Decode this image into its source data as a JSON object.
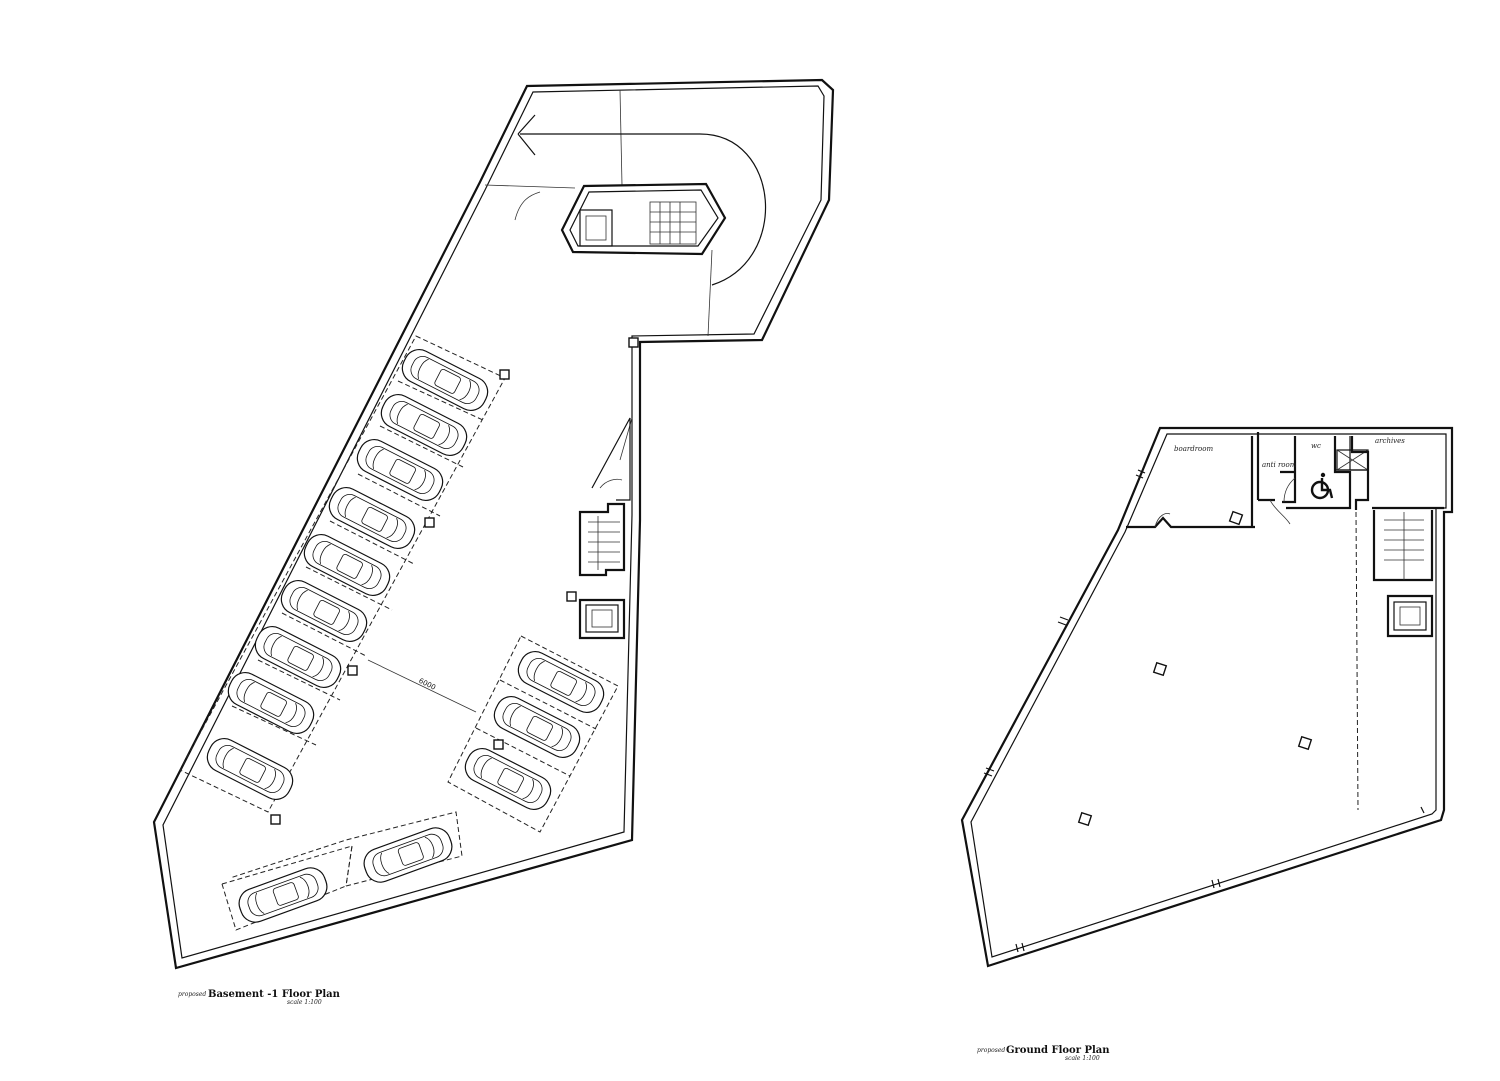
{
  "basement": {
    "title_prefix": "proposed",
    "title": "Basement -1 Floor Plan",
    "scale": "scale 1:100",
    "dimension_label": "6000"
  },
  "ground": {
    "title_prefix": "proposed",
    "title": "Ground Floor Plan",
    "scale": "scale 1:100",
    "rooms": {
      "boardroom": "boardroom",
      "wc": "wc",
      "archives": "archives",
      "anti_room": "anti room"
    },
    "accessible_symbol": "wheelchair-icon"
  }
}
